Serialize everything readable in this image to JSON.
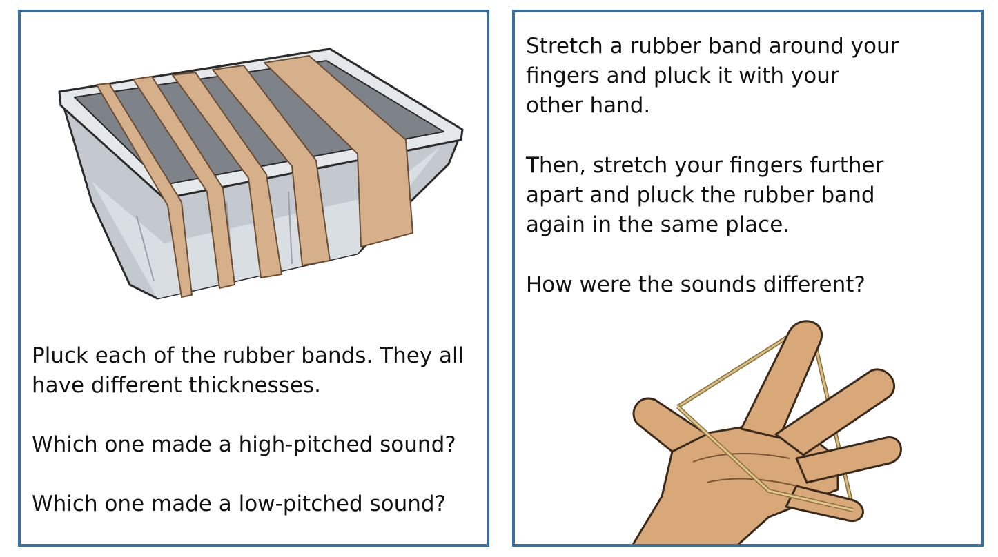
{
  "left_card": {
    "paragraphs": [
      [
        "Pluck each of the rubber bands. They all",
        "have different thicknesses."
      ],
      [
        "Which one made a high-pitched sound?"
      ],
      [
        "Which one made a low-pitched sound?"
      ]
    ],
    "illustration": {
      "icon": "box-with-rubber-bands-icon",
      "colors": {
        "box": "#cdd2d6",
        "band": "#d6b08b"
      }
    }
  },
  "right_card": {
    "paragraphs": [
      [
        "Stretch a rubber band around your",
        "fingers and pluck it with your",
        "other hand."
      ],
      [
        "Then, stretch your fingers further",
        "apart and pluck the rubber band",
        "again in the same place."
      ],
      [
        "How were the sounds different?"
      ]
    ],
    "illustration": {
      "icon": "hand-with-rubber-band-icon",
      "colors": {
        "skin": "#d8a878",
        "band": "#c9a96a"
      }
    }
  },
  "theme": {
    "border": "#3b6e9a",
    "text": "#111111"
  }
}
